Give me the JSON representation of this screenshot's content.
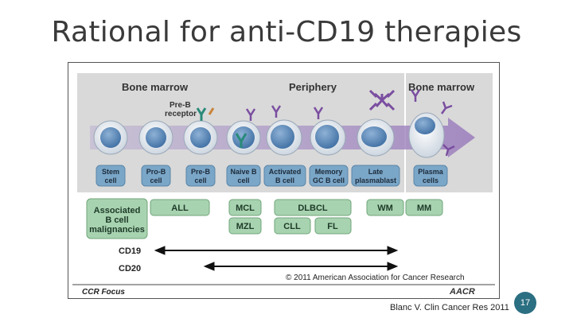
{
  "slide": {
    "title": "Rational for anti-CD19  therapies",
    "citation": "Blanc V. Clin Cancer Res 2011",
    "page_number": "17"
  },
  "figure": {
    "compartments": [
      "Bone marrow",
      "Periphery",
      "Bone marrow"
    ],
    "receptor_label": [
      "Pre-B",
      "receptor"
    ],
    "stages": [
      {
        "lines": [
          "Stem",
          "cell"
        ]
      },
      {
        "lines": [
          "Pro-B",
          "cell"
        ]
      },
      {
        "lines": [
          "Pre-B",
          "cell"
        ]
      },
      {
        "lines": [
          "Naive B",
          "cell"
        ]
      },
      {
        "lines": [
          "Activated",
          "B cell"
        ]
      },
      {
        "lines": [
          "Memory",
          "GC B cell"
        ]
      },
      {
        "lines": [
          "Late",
          "plasmablast"
        ]
      },
      {
        "lines": [
          "Plasma",
          "cells"
        ]
      }
    ],
    "malignancy_header": [
      "Associated",
      "B cell",
      "malignancies"
    ],
    "malignancies": [
      "ALL",
      "MCL",
      "MZL",
      "DLBCL",
      "CLL",
      "FL",
      "WM",
      "MM"
    ],
    "markers": [
      "CD19",
      "CD20"
    ],
    "copyright": "© 2011 American Association for Cancer Research",
    "footer_label": "CCR Focus",
    "logo": "AACR",
    "colors": {
      "panel_bg": "#d9d9d9",
      "stage_box": "#7aa6c8",
      "malignancy_box": "#a8d3b0",
      "receptor_green": "#2a8a7a",
      "antibody_purple": "#7a4ea0"
    }
  }
}
